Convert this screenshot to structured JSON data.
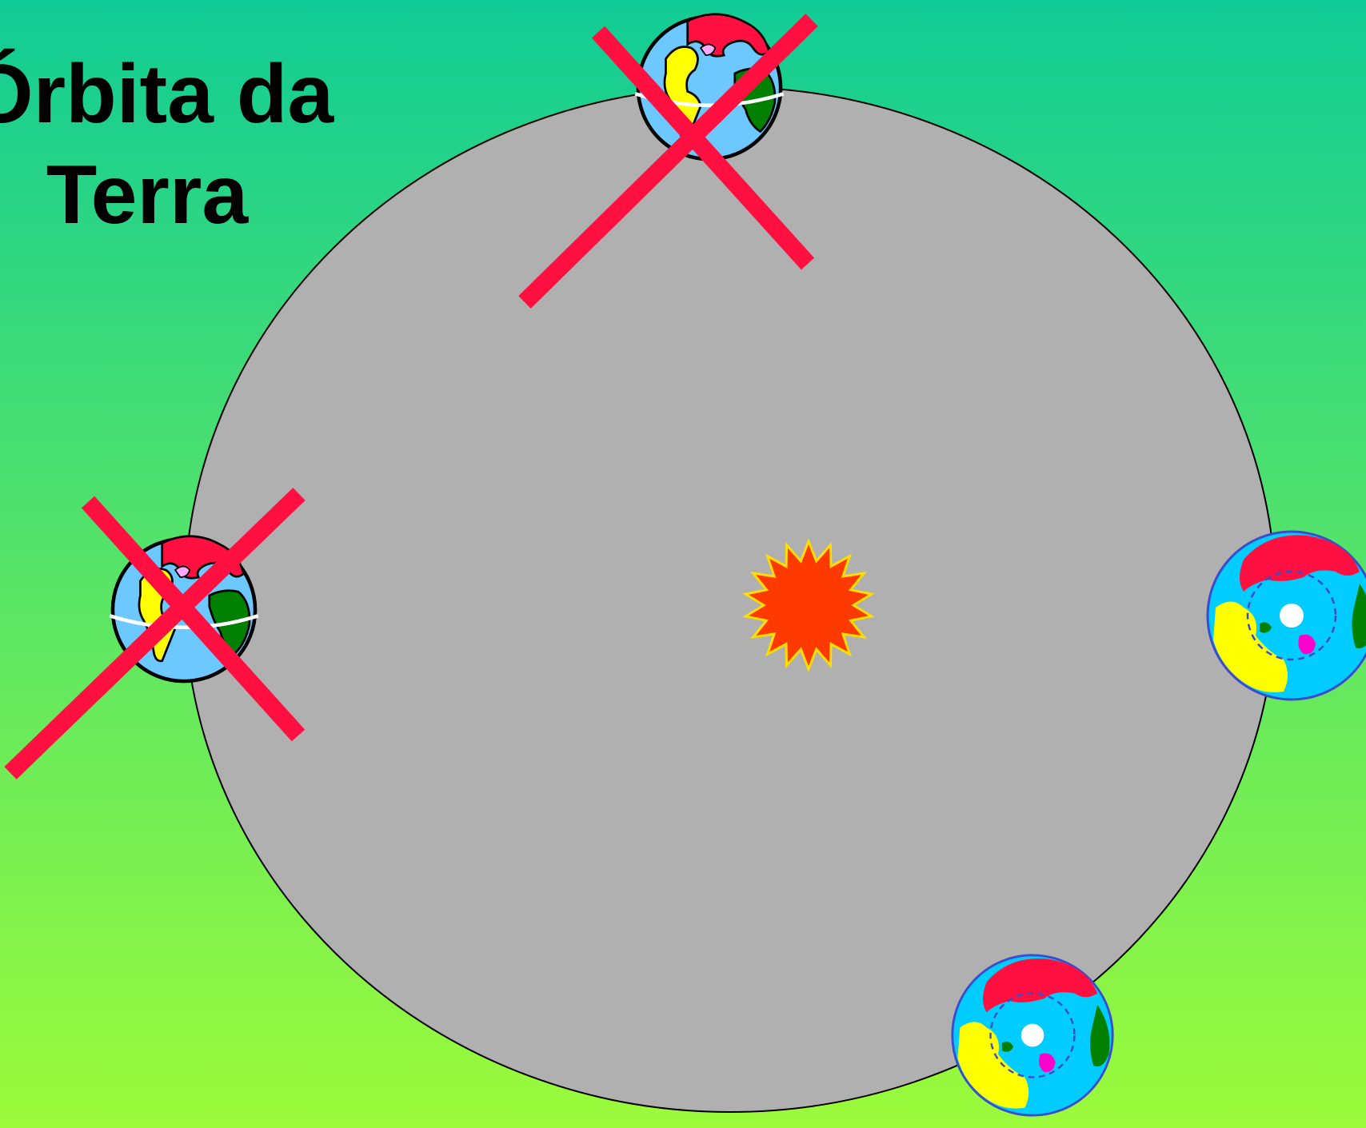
{
  "title": {
    "line1": "Órbita da",
    "line2": "Terra"
  },
  "colors": {
    "background_top": "#10cc96",
    "background_bottom": "#9cfb3a",
    "orbit_fill": "#b0b0b0",
    "orbit_stroke": "#000000",
    "sun_fill": "#ff3a00",
    "sun_stroke": "#ffdd00",
    "cross": "#ff1040",
    "ocean_light": "#6cc8ff",
    "ocean_polar": "#00ccff",
    "land_yellow": "#ffff00",
    "land_green": "#008000",
    "land_red": "#ff1040",
    "land_pink": "#ffaaff",
    "land_magenta": "#ff00cc"
  },
  "diagram": {
    "sun": "sun-icon",
    "earths": [
      {
        "name": "earth-top",
        "view": "equatorial",
        "crossed_out": true
      },
      {
        "name": "earth-left",
        "view": "equatorial",
        "crossed_out": true
      },
      {
        "name": "earth-right",
        "view": "polar",
        "crossed_out": false
      },
      {
        "name": "earth-bottom-right",
        "view": "polar",
        "crossed_out": false
      }
    ]
  }
}
